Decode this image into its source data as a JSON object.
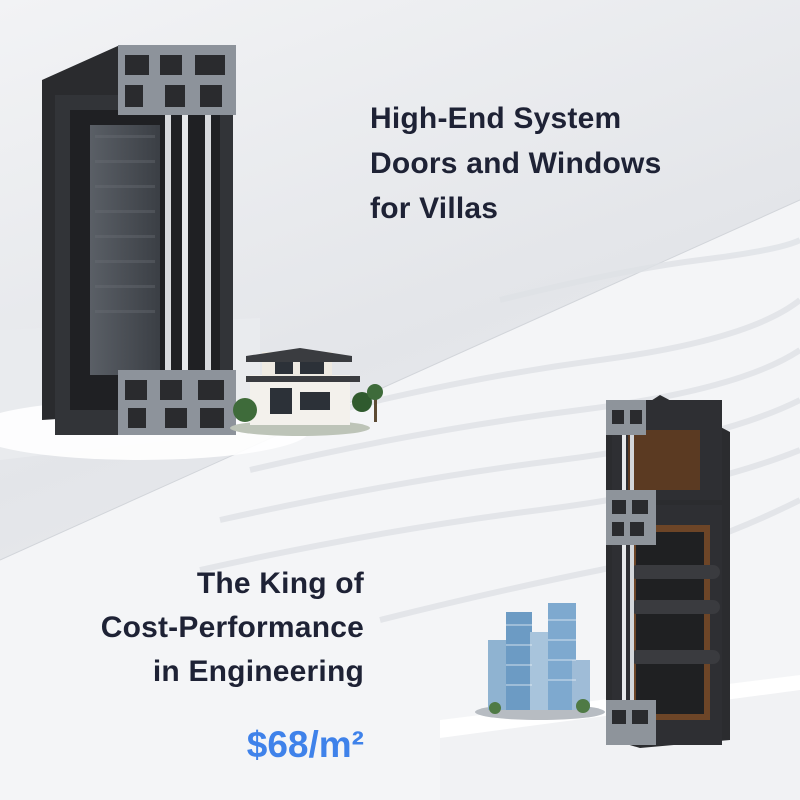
{
  "colors": {
    "headline": "#1e2235",
    "price": "#3f82ea",
    "frame": "#2c2d30",
    "background": "#eceef1"
  },
  "villa_section": {
    "headline_lines": [
      "High-End System",
      "Doors and Windows",
      "for Villas"
    ],
    "product_image": "sliding-window-profile-cross-section",
    "illustration": "villa-house"
  },
  "engineering_section": {
    "headline_lines": [
      "The King of",
      "Cost-Performance",
      "in Engineering"
    ],
    "price": "$68/m²",
    "product_image": "casement-window-profile-cross-section",
    "illustration": "high-rise-buildings"
  }
}
